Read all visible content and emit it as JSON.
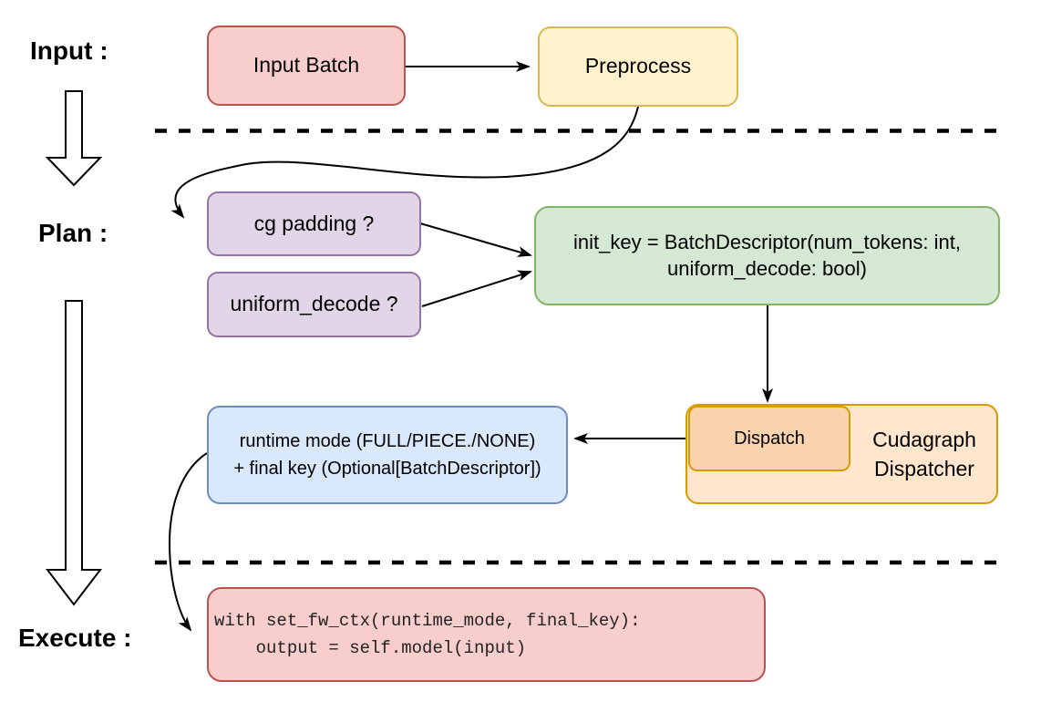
{
  "stages": {
    "input_label": "Input :",
    "plan_label": "Plan :",
    "execute_label": "Execute :"
  },
  "nodes": {
    "input_batch": {
      "label": "Input Batch",
      "fill": "#f8cecc",
      "stroke": "#b85450"
    },
    "preprocess": {
      "label": "Preprocess",
      "fill": "#fff2cc",
      "stroke": "#d6b656"
    },
    "cg_padding": {
      "label": "cg padding ?",
      "fill": "#e1d5e7",
      "stroke": "#9673a6"
    },
    "uniform_decode": {
      "label": "uniform_decode ?",
      "fill": "#e1d5e7",
      "stroke": "#9673a6"
    },
    "init_key": {
      "label": "init_key = BatchDescriptor(num_tokens: int,\nuniform_decode: bool)",
      "fill": "#d5e8d4",
      "stroke": "#82b366"
    },
    "dispatch": {
      "label": "Dispatch",
      "fill": "#fbd3ad",
      "stroke": "#d79b00"
    },
    "cudagraph_dispatcher": {
      "label": "Cudagraph\nDispatcher",
      "fill": "#ffe6cc",
      "stroke": "#d79b00"
    },
    "runtime_mode": {
      "label": "runtime mode (FULL/PIECE./NONE)\n+ final key (Optional[BatchDescriptor])",
      "fill": "#dae8fc",
      "stroke": "#6c8ebf"
    },
    "execute_code": {
      "label": "with set_fw_ctx(runtime_mode, final_key):\n    output = self.model(input)",
      "fill": "#f8cecc",
      "stroke": "#b85450"
    }
  },
  "connector_color": "#000000"
}
